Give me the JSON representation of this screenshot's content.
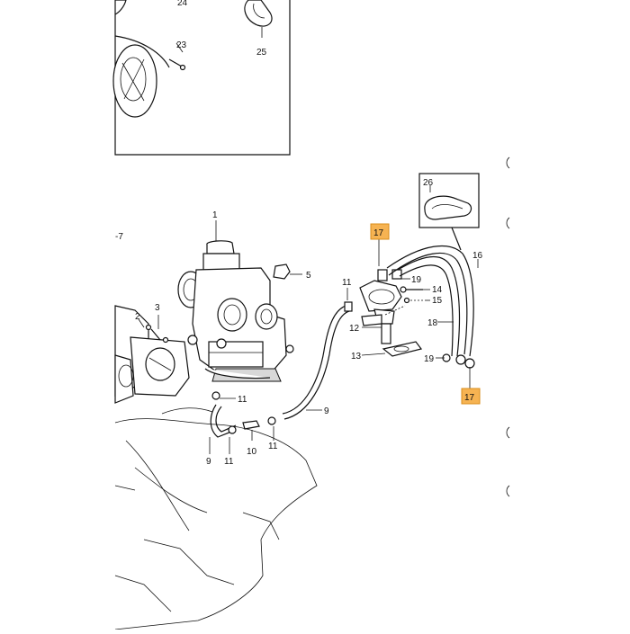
{
  "diagram": {
    "highlight_color": "#f6b352",
    "callouts": [
      {
        "id": "c24",
        "text": "24"
      },
      {
        "id": "c23",
        "text": "23"
      },
      {
        "id": "c25",
        "text": "25"
      },
      {
        "id": "c26",
        "text": "26"
      },
      {
        "id": "c1",
        "text": "1"
      },
      {
        "id": "c5",
        "text": "5"
      },
      {
        "id": "c7",
        "text": "-7"
      },
      {
        "id": "c2",
        "text": "2"
      },
      {
        "id": "c3",
        "text": "3"
      },
      {
        "id": "c11a",
        "text": "11"
      },
      {
        "id": "c9a",
        "text": "9"
      },
      {
        "id": "c11b",
        "text": "11"
      },
      {
        "id": "c10",
        "text": "10"
      },
      {
        "id": "c11c",
        "text": "11"
      },
      {
        "id": "c9b",
        "text": "9"
      },
      {
        "id": "c11d",
        "text": "11"
      },
      {
        "id": "c17a",
        "text": "17"
      },
      {
        "id": "c19a",
        "text": "19"
      },
      {
        "id": "c14",
        "text": "14"
      },
      {
        "id": "c15",
        "text": "15"
      },
      {
        "id": "c12",
        "text": "12"
      },
      {
        "id": "c13",
        "text": "13"
      },
      {
        "id": "c16",
        "text": "16"
      },
      {
        "id": "c18",
        "text": "18"
      },
      {
        "id": "c19b",
        "text": "19"
      },
      {
        "id": "c17b",
        "text": "17"
      }
    ]
  }
}
